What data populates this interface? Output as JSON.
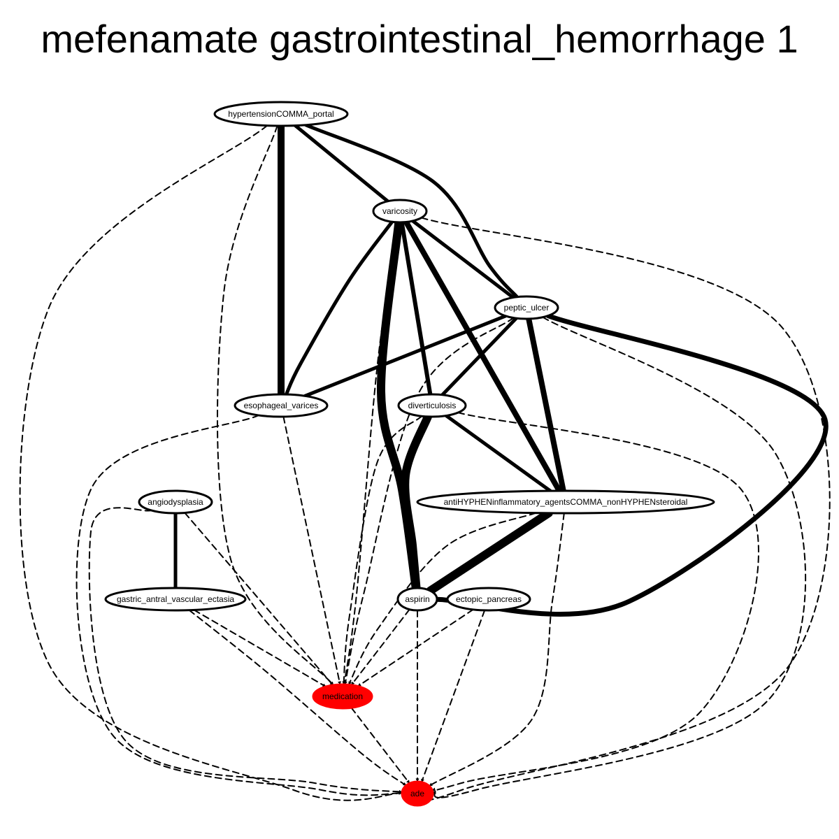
{
  "title": "mefenamate gastrointestinal_hemorrhage 1",
  "colors": {
    "highlight": "#ff0000",
    "node_fill": "#ffffff",
    "stroke": "#000000"
  },
  "nodes": [
    {
      "id": "hypertension_portal",
      "label": "hypertensionCOMMA_portal",
      "highlight": false
    },
    {
      "id": "varicosity",
      "label": "varicosity",
      "highlight": false
    },
    {
      "id": "peptic_ulcer",
      "label": "peptic_ulcer",
      "highlight": false
    },
    {
      "id": "esophageal_varices",
      "label": "esophageal_varices",
      "highlight": false
    },
    {
      "id": "diverticulosis",
      "label": "diverticulosis",
      "highlight": false
    },
    {
      "id": "angiodysplasia",
      "label": "angiodysplasia",
      "highlight": false
    },
    {
      "id": "nsaids",
      "label": "antiHYPHENinflammatory_agentsCOMMA_nonHYPHENsteroidal",
      "highlight": false
    },
    {
      "id": "gave",
      "label": "gastric_antral_vascular_ectasia",
      "highlight": false
    },
    {
      "id": "aspirin",
      "label": "aspirin",
      "highlight": false
    },
    {
      "id": "ectopic_pancreas",
      "label": "ectopic_pancreas",
      "highlight": false
    },
    {
      "id": "medication",
      "label": "medication",
      "highlight": true
    },
    {
      "id": "ade",
      "label": "ade",
      "highlight": true
    }
  ],
  "edges": [
    {
      "from": "hypertension_portal",
      "to": "esophageal_varices",
      "style": "solid",
      "weight": 10
    },
    {
      "from": "hypertension_portal",
      "to": "varicosity",
      "style": "solid",
      "weight": 5
    },
    {
      "from": "hypertension_portal",
      "to": "peptic_ulcer",
      "style": "solid",
      "weight": 5
    },
    {
      "from": "hypertension_portal",
      "to": "medication",
      "style": "dashed",
      "weight": 2
    },
    {
      "from": "hypertension_portal",
      "to": "ade",
      "style": "dashed",
      "weight": 2
    },
    {
      "from": "varicosity",
      "to": "esophageal_varices",
      "style": "solid",
      "weight": 5
    },
    {
      "from": "varicosity",
      "to": "peptic_ulcer",
      "style": "solid",
      "weight": 5
    },
    {
      "from": "varicosity",
      "to": "diverticulosis",
      "style": "solid",
      "weight": 6
    },
    {
      "from": "varicosity",
      "to": "nsaids",
      "style": "solid",
      "weight": 8
    },
    {
      "from": "varicosity",
      "to": "aspirin",
      "style": "solid",
      "weight": 12
    },
    {
      "from": "varicosity",
      "to": "medication",
      "style": "dashed",
      "weight": 2
    },
    {
      "from": "varicosity",
      "to": "ade",
      "style": "dashed",
      "weight": 2
    },
    {
      "from": "peptic_ulcer",
      "to": "esophageal_varices",
      "style": "solid",
      "weight": 5
    },
    {
      "from": "peptic_ulcer",
      "to": "diverticulosis",
      "style": "solid",
      "weight": 5
    },
    {
      "from": "peptic_ulcer",
      "to": "nsaids",
      "style": "solid",
      "weight": 8
    },
    {
      "from": "peptic_ulcer",
      "to": "aspirin",
      "style": "solid",
      "weight": 7
    },
    {
      "from": "peptic_ulcer",
      "to": "medication",
      "style": "dashed",
      "weight": 2
    },
    {
      "from": "peptic_ulcer",
      "to": "ade",
      "style": "dashed",
      "weight": 2
    },
    {
      "from": "esophageal_varices",
      "to": "medication",
      "style": "dashed",
      "weight": 2
    },
    {
      "from": "esophageal_varices",
      "to": "ade",
      "style": "dashed",
      "weight": 2
    },
    {
      "from": "diverticulosis",
      "to": "nsaids",
      "style": "solid",
      "weight": 5
    },
    {
      "from": "diverticulosis",
      "to": "aspirin",
      "style": "solid",
      "weight": 12
    },
    {
      "from": "diverticulosis",
      "to": "medication",
      "style": "dashed",
      "weight": 2
    },
    {
      "from": "diverticulosis",
      "to": "ade",
      "style": "dashed",
      "weight": 2
    },
    {
      "from": "angiodysplasia",
      "to": "gave",
      "style": "solid",
      "weight": 5
    },
    {
      "from": "angiodysplasia",
      "to": "medication",
      "style": "dashed",
      "weight": 2
    },
    {
      "from": "angiodysplasia",
      "to": "ade",
      "style": "dashed",
      "weight": 2
    },
    {
      "from": "nsaids",
      "to": "aspirin",
      "style": "solid",
      "weight": 12
    },
    {
      "from": "nsaids",
      "to": "medication",
      "style": "dashed",
      "weight": 2
    },
    {
      "from": "nsaids",
      "to": "ade",
      "style": "dashed",
      "weight": 2
    },
    {
      "from": "gave",
      "to": "medication",
      "style": "dashed",
      "weight": 2
    },
    {
      "from": "gave",
      "to": "ade",
      "style": "dashed",
      "weight": 2
    },
    {
      "from": "aspirin",
      "to": "medication",
      "style": "dashed",
      "weight": 2
    },
    {
      "from": "aspirin",
      "to": "ade",
      "style": "dashed",
      "weight": 2
    },
    {
      "from": "ectopic_pancreas",
      "to": "medication",
      "style": "dashed",
      "weight": 2
    },
    {
      "from": "ectopic_pancreas",
      "to": "ade",
      "style": "dashed",
      "weight": 2
    },
    {
      "from": "medication",
      "to": "ade",
      "style": "dashed",
      "weight": 2
    }
  ]
}
